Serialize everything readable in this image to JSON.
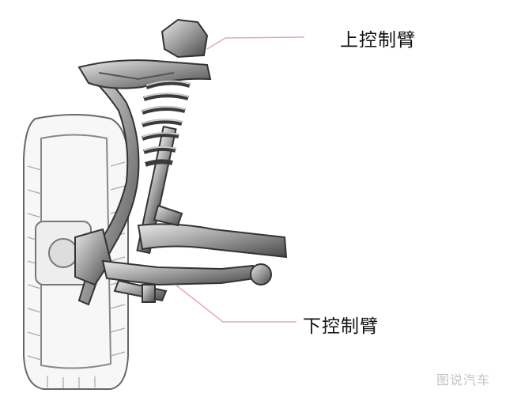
{
  "labels": {
    "upper_control_arm": "上控制臂",
    "lower_control_arm": "下控制臂"
  },
  "watermark": "图说汽车",
  "colors": {
    "leader_line": "#e2a9b4",
    "label_text": "#111111",
    "watermark": "#c4c4c4"
  }
}
